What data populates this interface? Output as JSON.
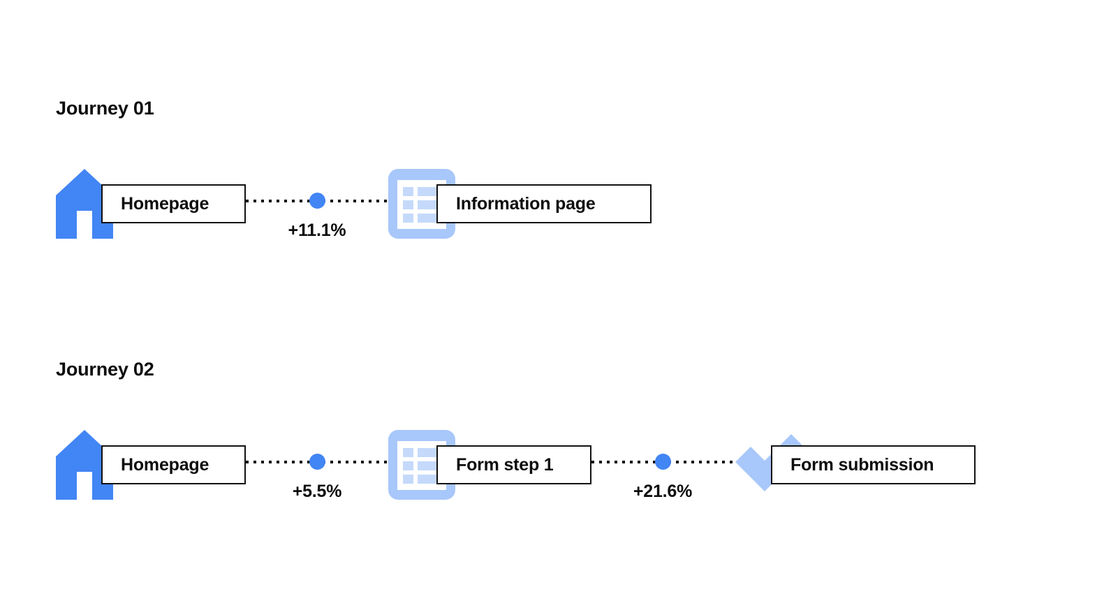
{
  "page": {
    "background": "#ffffff",
    "accent_blue": "#4285f4",
    "light_blue": "#a8c7fa",
    "text_color": "#0d0d0d",
    "border_color": "#111111"
  },
  "journeys": [
    {
      "title": "Journey 01",
      "nodes": [
        {
          "icon": "home-icon",
          "label": "Homepage"
        },
        {
          "icon": "document-list-icon",
          "label": "Information page"
        }
      ],
      "connectors": [
        {
          "delta": "+11.1%"
        }
      ]
    },
    {
      "title": "Journey 02",
      "nodes": [
        {
          "icon": "home-icon",
          "label": "Homepage"
        },
        {
          "icon": "document-list-icon",
          "label": "Form step 1"
        },
        {
          "icon": "check-icon",
          "label": "Form submission"
        }
      ],
      "connectors": [
        {
          "delta": "+5.5%"
        },
        {
          "delta": "+21.6%"
        }
      ]
    }
  ]
}
